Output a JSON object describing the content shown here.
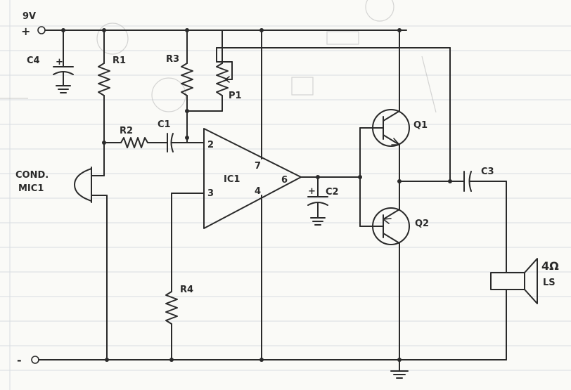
{
  "supply": {
    "voltage": "9V",
    "positive": "+",
    "negative": "-"
  },
  "components": {
    "c4": "C4",
    "r1": "R1",
    "r2": "R2",
    "r3": "R3",
    "r4": "R4",
    "p1": "P1",
    "c1": "C1",
    "c2": "C2",
    "c3": "C3",
    "ic1": "IC1",
    "q1": "Q1",
    "q2": "Q2",
    "mic_line1": "COND.",
    "mic_line2": "MIC1",
    "speaker_value": "4Ω",
    "speaker_name": "LS"
  },
  "ic_pins": {
    "p2": "2",
    "p3": "3",
    "p4": "4",
    "p6": "6",
    "p7": "7"
  },
  "polarity": {
    "plus": "+"
  }
}
